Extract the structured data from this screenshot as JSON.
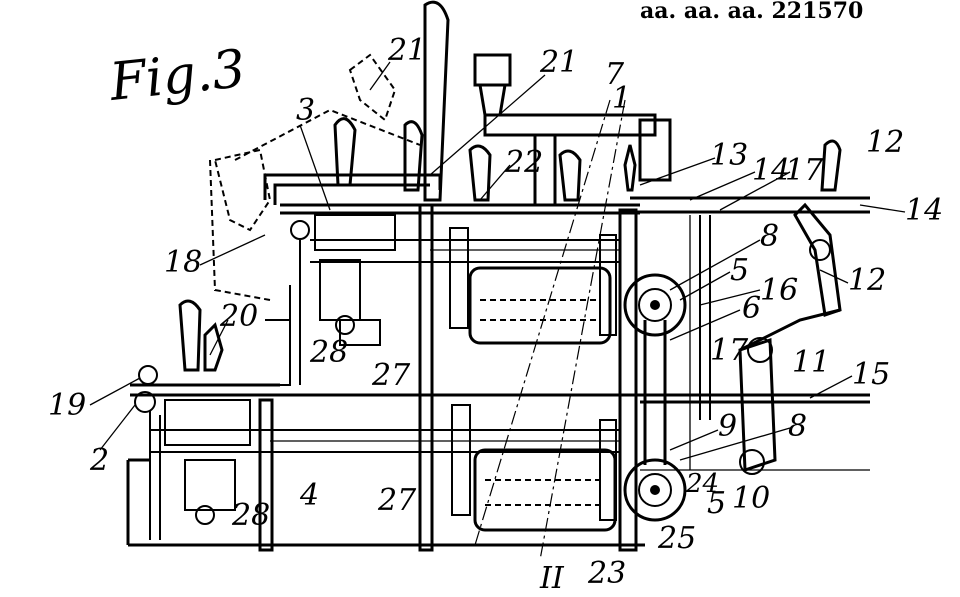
{
  "header_text": "aa. aa. aa. 221570",
  "figure_title": "Fig.3",
  "labels": [
    "1",
    "2",
    "3",
    "4",
    "5",
    "5",
    "6",
    "7",
    "8",
    "8",
    "9",
    "10",
    "11",
    "12",
    "12",
    "13",
    "14",
    "14",
    "15",
    "16",
    "17",
    "17",
    "18",
    "19",
    "20",
    "21",
    "21",
    "22",
    "23",
    "24",
    "25",
    "27",
    "27",
    "28",
    "28",
    "28",
    "II"
  ]
}
